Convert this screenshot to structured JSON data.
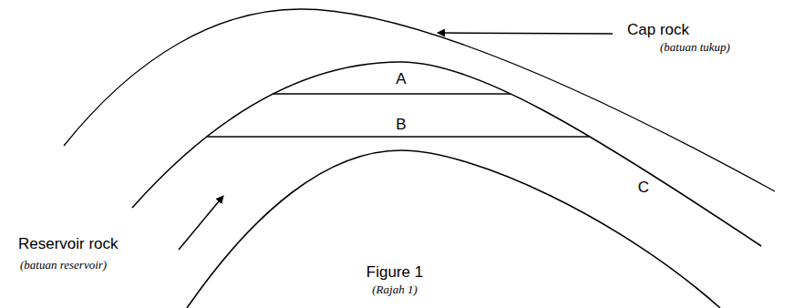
{
  "diagram": {
    "labels": [
      "Cap rock",
      "(batuan tukup)",
      "A",
      "B",
      "Reservoir rock",
      "(batuan reservoir)",
      "C",
      "Figure 1",
      "(Rajah 1)"
    ]
  }
}
